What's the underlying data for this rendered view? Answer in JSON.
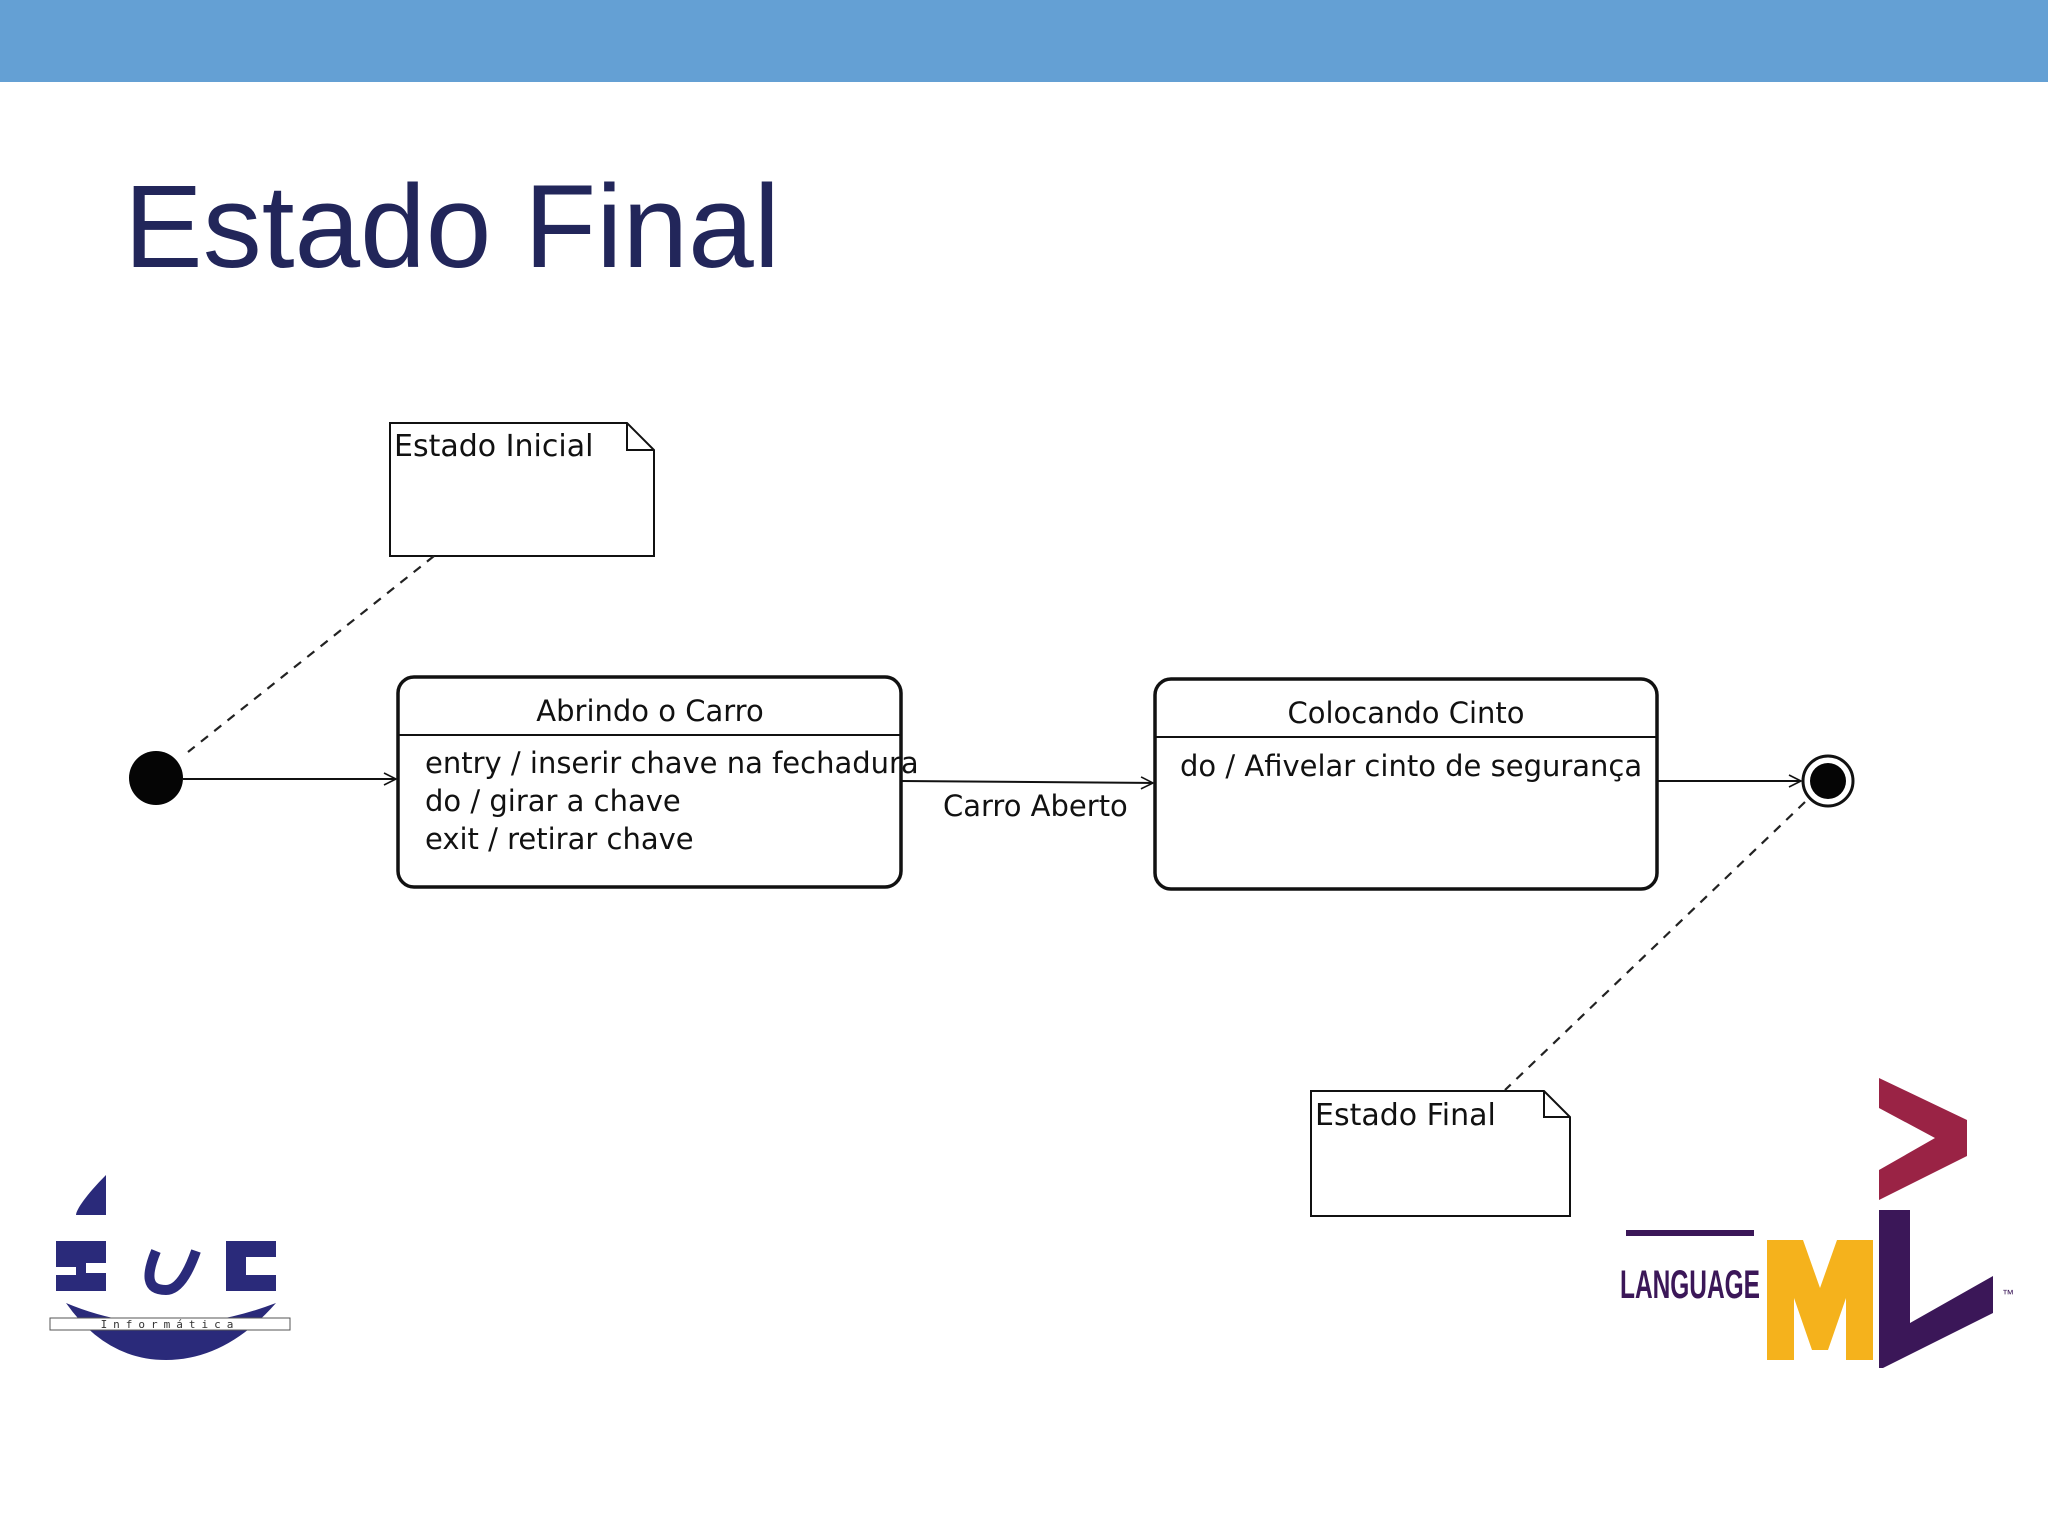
{
  "slide": {
    "title": "Estado Final",
    "accent_color": "#64a0d4",
    "title_color": "#22265a"
  },
  "diagram": {
    "type": "uml-state-machine",
    "initial_state_note": "Estado Inicial",
    "final_state_note": "Estado Final",
    "states": [
      {
        "name": "Abrindo o Carro",
        "activities": [
          "entry / inserir chave na fechadura",
          "do / girar a chave",
          "exit / retirar chave"
        ]
      },
      {
        "name": "Colocando Cinto",
        "activities": [
          "do / Afivelar cinto de segurança"
        ]
      }
    ],
    "transitions": [
      {
        "from": "initial",
        "to": "Abrindo o Carro",
        "label": ""
      },
      {
        "from": "Abrindo o Carro",
        "to": "Colocando Cinto",
        "label": "Carro Aberto"
      },
      {
        "from": "Colocando Cinto",
        "to": "final",
        "label": ""
      }
    ]
  },
  "logos": {
    "left": {
      "name": "stc-informatica-logo",
      "caption": "Informática"
    },
    "right": {
      "name": "uml-logo",
      "word": "LANGUAGE",
      "tm": "™"
    }
  }
}
